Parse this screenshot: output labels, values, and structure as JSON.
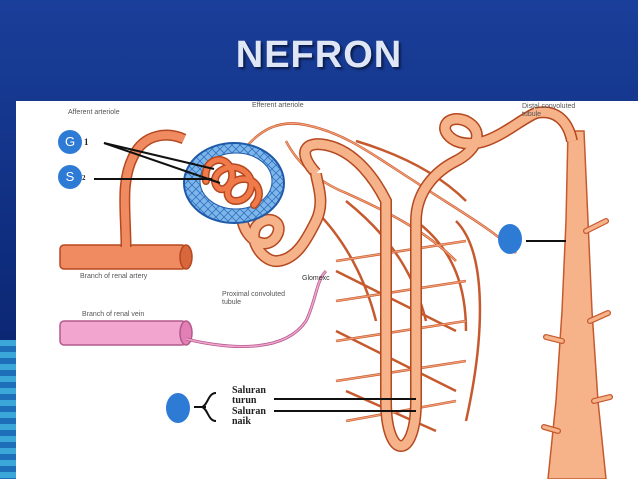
{
  "slide": {
    "title": "NEFRON",
    "colors": {
      "background": "#0d2a7a",
      "vessel": "#f08a60",
      "vein": "#e5a0c8",
      "capsule": "#3a8fd8",
      "marker": "#2e7bd6"
    }
  },
  "diagram": {
    "labels": {
      "afferent": "Afferent arteriole",
      "efferent": "Efferent arteriole",
      "distal": "Distal convoluted\ntubule",
      "branch_artery": "Branch of renal artery",
      "branch_vein": "Branch of renal vein",
      "proximal": "Proximal convoluted\ntubule",
      "overlay": "Glomexc"
    },
    "markers": {
      "g": "G",
      "s": "S",
      "num1": "1",
      "num2": "2"
    },
    "annotations": {
      "saluran_turun": "Saluran\nturun",
      "saluran_naik": "Saluran\nnaik"
    }
  }
}
